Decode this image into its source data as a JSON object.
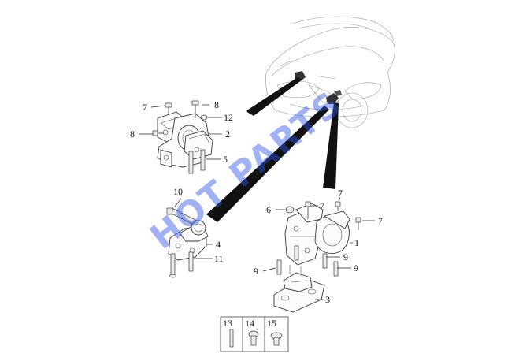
{
  "watermark": "HOT PARTS",
  "callouts": {
    "c1": "1",
    "c2": "2",
    "c3": "3",
    "c4": "4",
    "c5": "5",
    "c6": "6",
    "c7a": "7",
    "c7b": "7",
    "c7c": "7",
    "c7d": "7",
    "c8a": "8",
    "c8b": "8",
    "c9a": "9",
    "c9b": "9",
    "c9c": "9",
    "c10": "10",
    "c11": "11",
    "c12": "12"
  },
  "legend": {
    "c13": "13",
    "c14": "14",
    "c15": "15"
  },
  "colors": {
    "watermark": "#2f55e6",
    "line": "#3a3a3a",
    "car": "#9a9a9a"
  }
}
